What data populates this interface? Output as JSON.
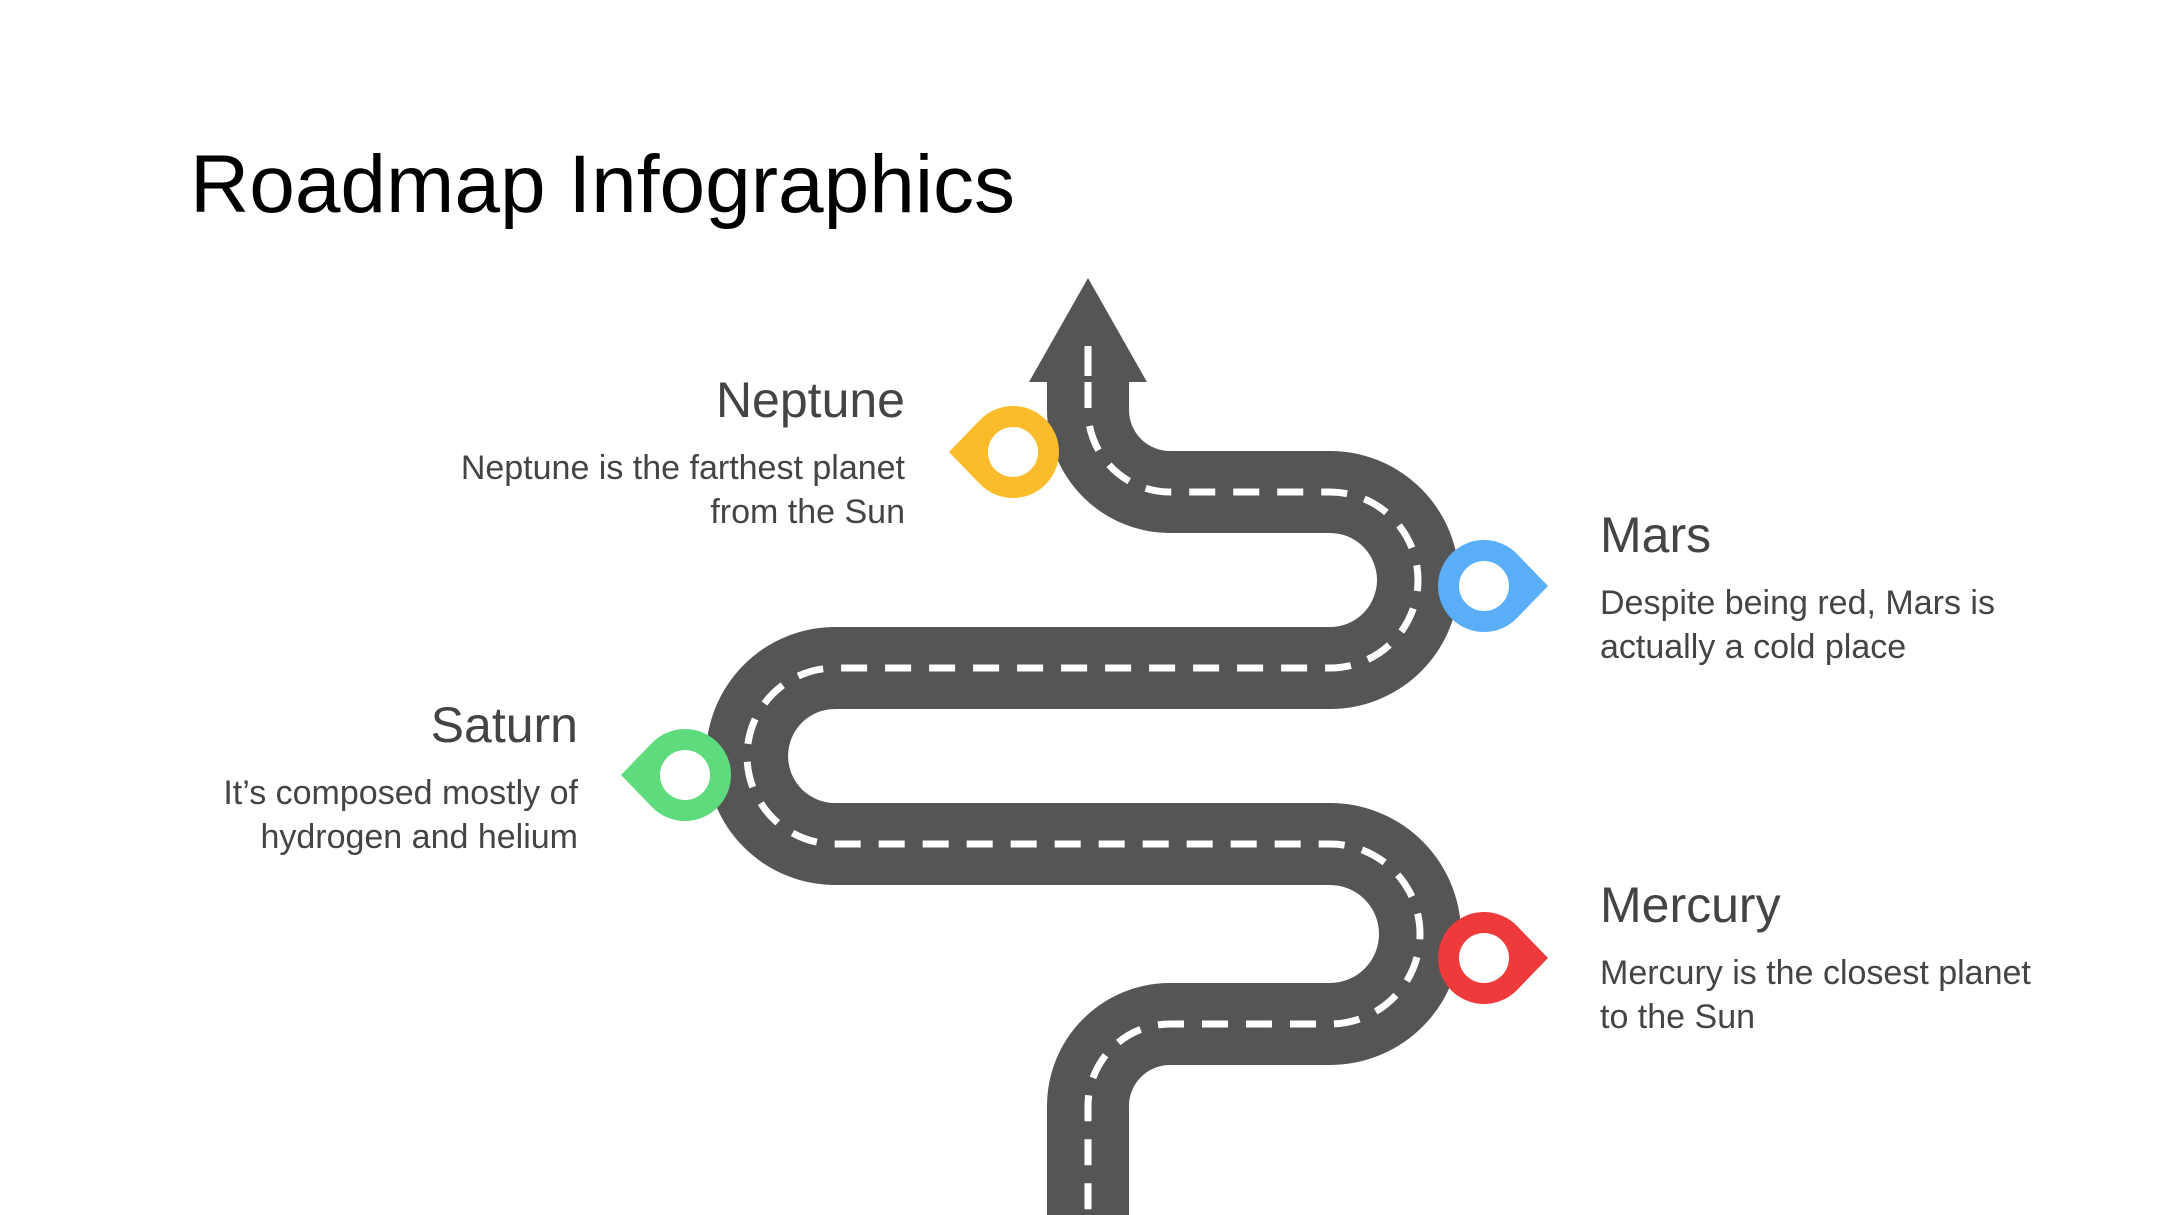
{
  "title": "Roadmap Infographics",
  "colors": {
    "road": "#555555",
    "dash": "#ffffff",
    "text": "#444444",
    "title": "#000000"
  },
  "milestones": [
    {
      "heading": "Neptune",
      "desc": "Neptune is the farthest planet from the Sun",
      "color": "#fbbc2c",
      "icon": "map-pin-icon"
    },
    {
      "heading": "Mars",
      "desc": "Despite being red, Mars is actually a cold place",
      "color": "#5aaef8",
      "icon": "map-pin-icon"
    },
    {
      "heading": "Saturn",
      "desc": "It’s composed mostly of hydrogen and helium",
      "color": "#5edb7c",
      "icon": "map-pin-icon"
    },
    {
      "heading": "Mercury",
      "desc": "Mercury is the closest planet to the Sun",
      "color": "#ee3a3a",
      "icon": "map-pin-icon"
    }
  ]
}
